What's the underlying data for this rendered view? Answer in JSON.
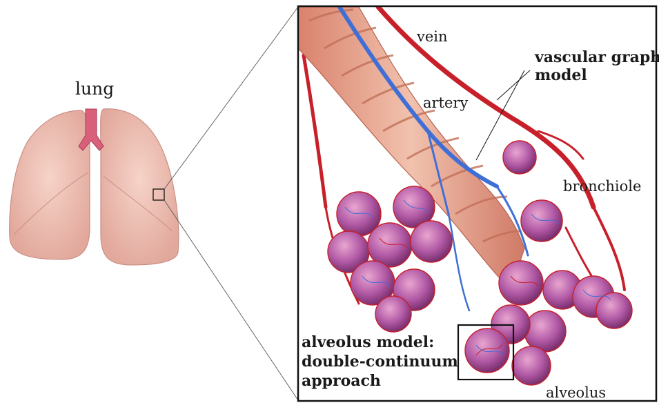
{
  "labels": {
    "lung": "lung",
    "vein": "vein",
    "artery": "artery",
    "bronchiole": "bronchiole",
    "alveolus": "alveolus",
    "vascular_graph_model": [
      "vascular graph",
      "model"
    ],
    "alveolus_model": [
      "alveolus model:",
      "double-continuum",
      "approach"
    ]
  },
  "colors": {
    "lung_tissue": "#f0c4b8",
    "trachea": "#d9607a",
    "vein": "#c8202a",
    "artery": "#3f6fd6",
    "bronchiole": "#e6a08a",
    "alveolus_fill": "#b45aa8",
    "frame": "#111111"
  }
}
